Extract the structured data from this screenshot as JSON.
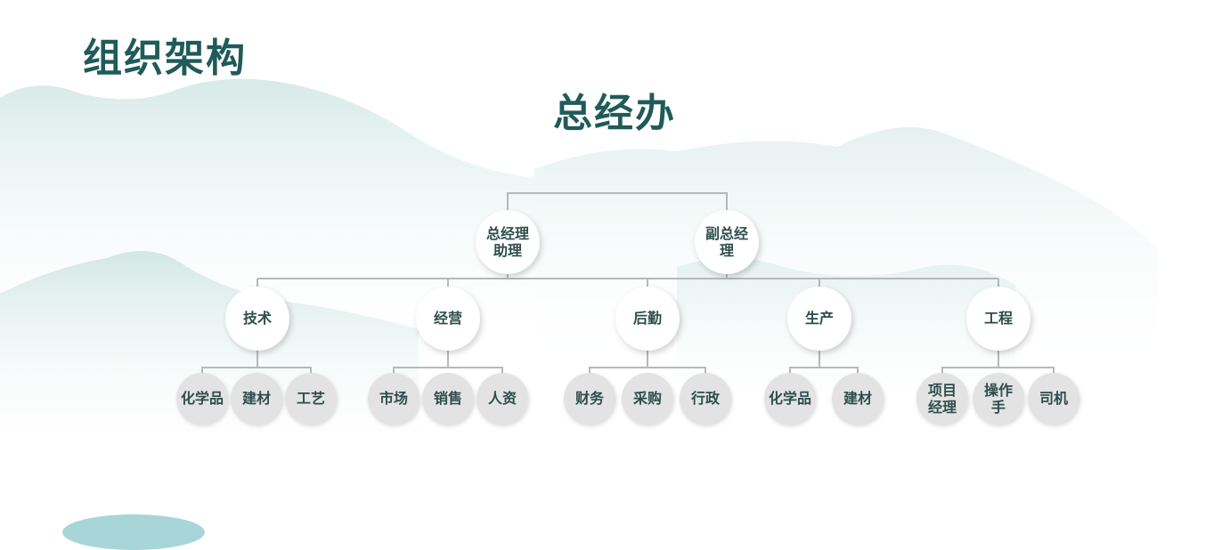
{
  "page_title": "组织架构",
  "root": "总经办",
  "level1": [
    {
      "id": "assistant",
      "label": "总经理助理"
    },
    {
      "id": "deputy",
      "label": "副总经理"
    }
  ],
  "departments": [
    {
      "label": "技术",
      "children": [
        "化学品",
        "建材",
        "工艺"
      ]
    },
    {
      "label": "经营",
      "children": [
        "市场",
        "销售",
        "人资"
      ]
    },
    {
      "label": "后勤",
      "children": [
        "财务",
        "采购",
        "行政"
      ]
    },
    {
      "label": "生产",
      "children": [
        "化学品",
        "建材"
      ]
    },
    {
      "label": "工程",
      "children": [
        "项目经理",
        "操作手",
        "司机"
      ]
    }
  ],
  "colors": {
    "title": "#1f5b58",
    "node_text": "#2d4d4b",
    "connector": "#b8b8b8",
    "leaf_fill": "#e3e3e3",
    "mountain": "#d8ebe9"
  }
}
